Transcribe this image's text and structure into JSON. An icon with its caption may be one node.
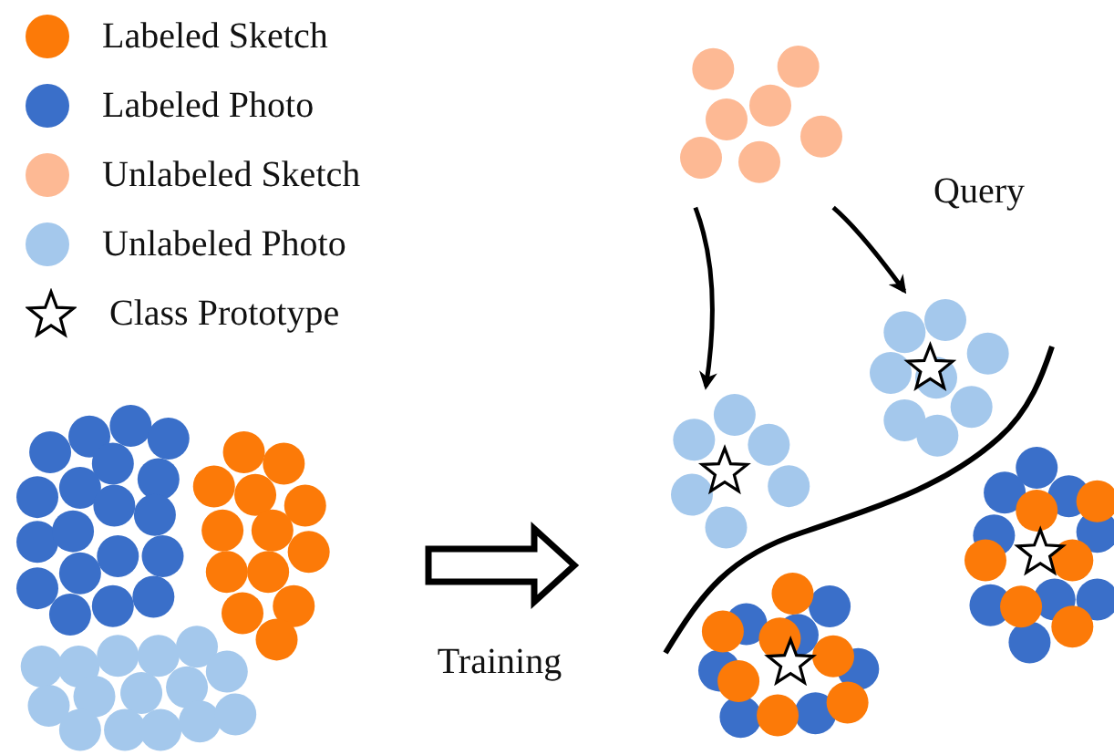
{
  "diagram": {
    "nodes": [
      {
        "text": [],
        "shape": "picture"
      },
      {
        "text": [],
        "shape": "picture"
      },
      {
        "text": [],
        "shape": "picture"
      },
      {
        "text": [],
        "shape": "picture"
      },
      {
        "text": [],
        "shape": "picture"
      },
      {
        "text": [],
        "shape": "picture"
      }
    ],
    "edges": [
      {
        "from": 1,
        "to": 2,
        "arrow": "to"
      },
      {
        "from": 1,
        "to": 3,
        "arrow": "to"
      }
    ],
    "labels": [
      "Query",
      "Training"
    ],
    "legend": [
      {
        "text": "Labeled Sketch",
        "color": "#fc7a08"
      },
      {
        "text": "Labeled Photo",
        "color": "#3a6fc9"
      },
      {
        "text": "Unlabeled Sketch",
        "color": "#fdb994"
      },
      {
        "text": "Unlabeled Photo",
        "color": "#a4c8ec"
      },
      {
        "text": "Class Prototype"
      }
    ]
  }
}
